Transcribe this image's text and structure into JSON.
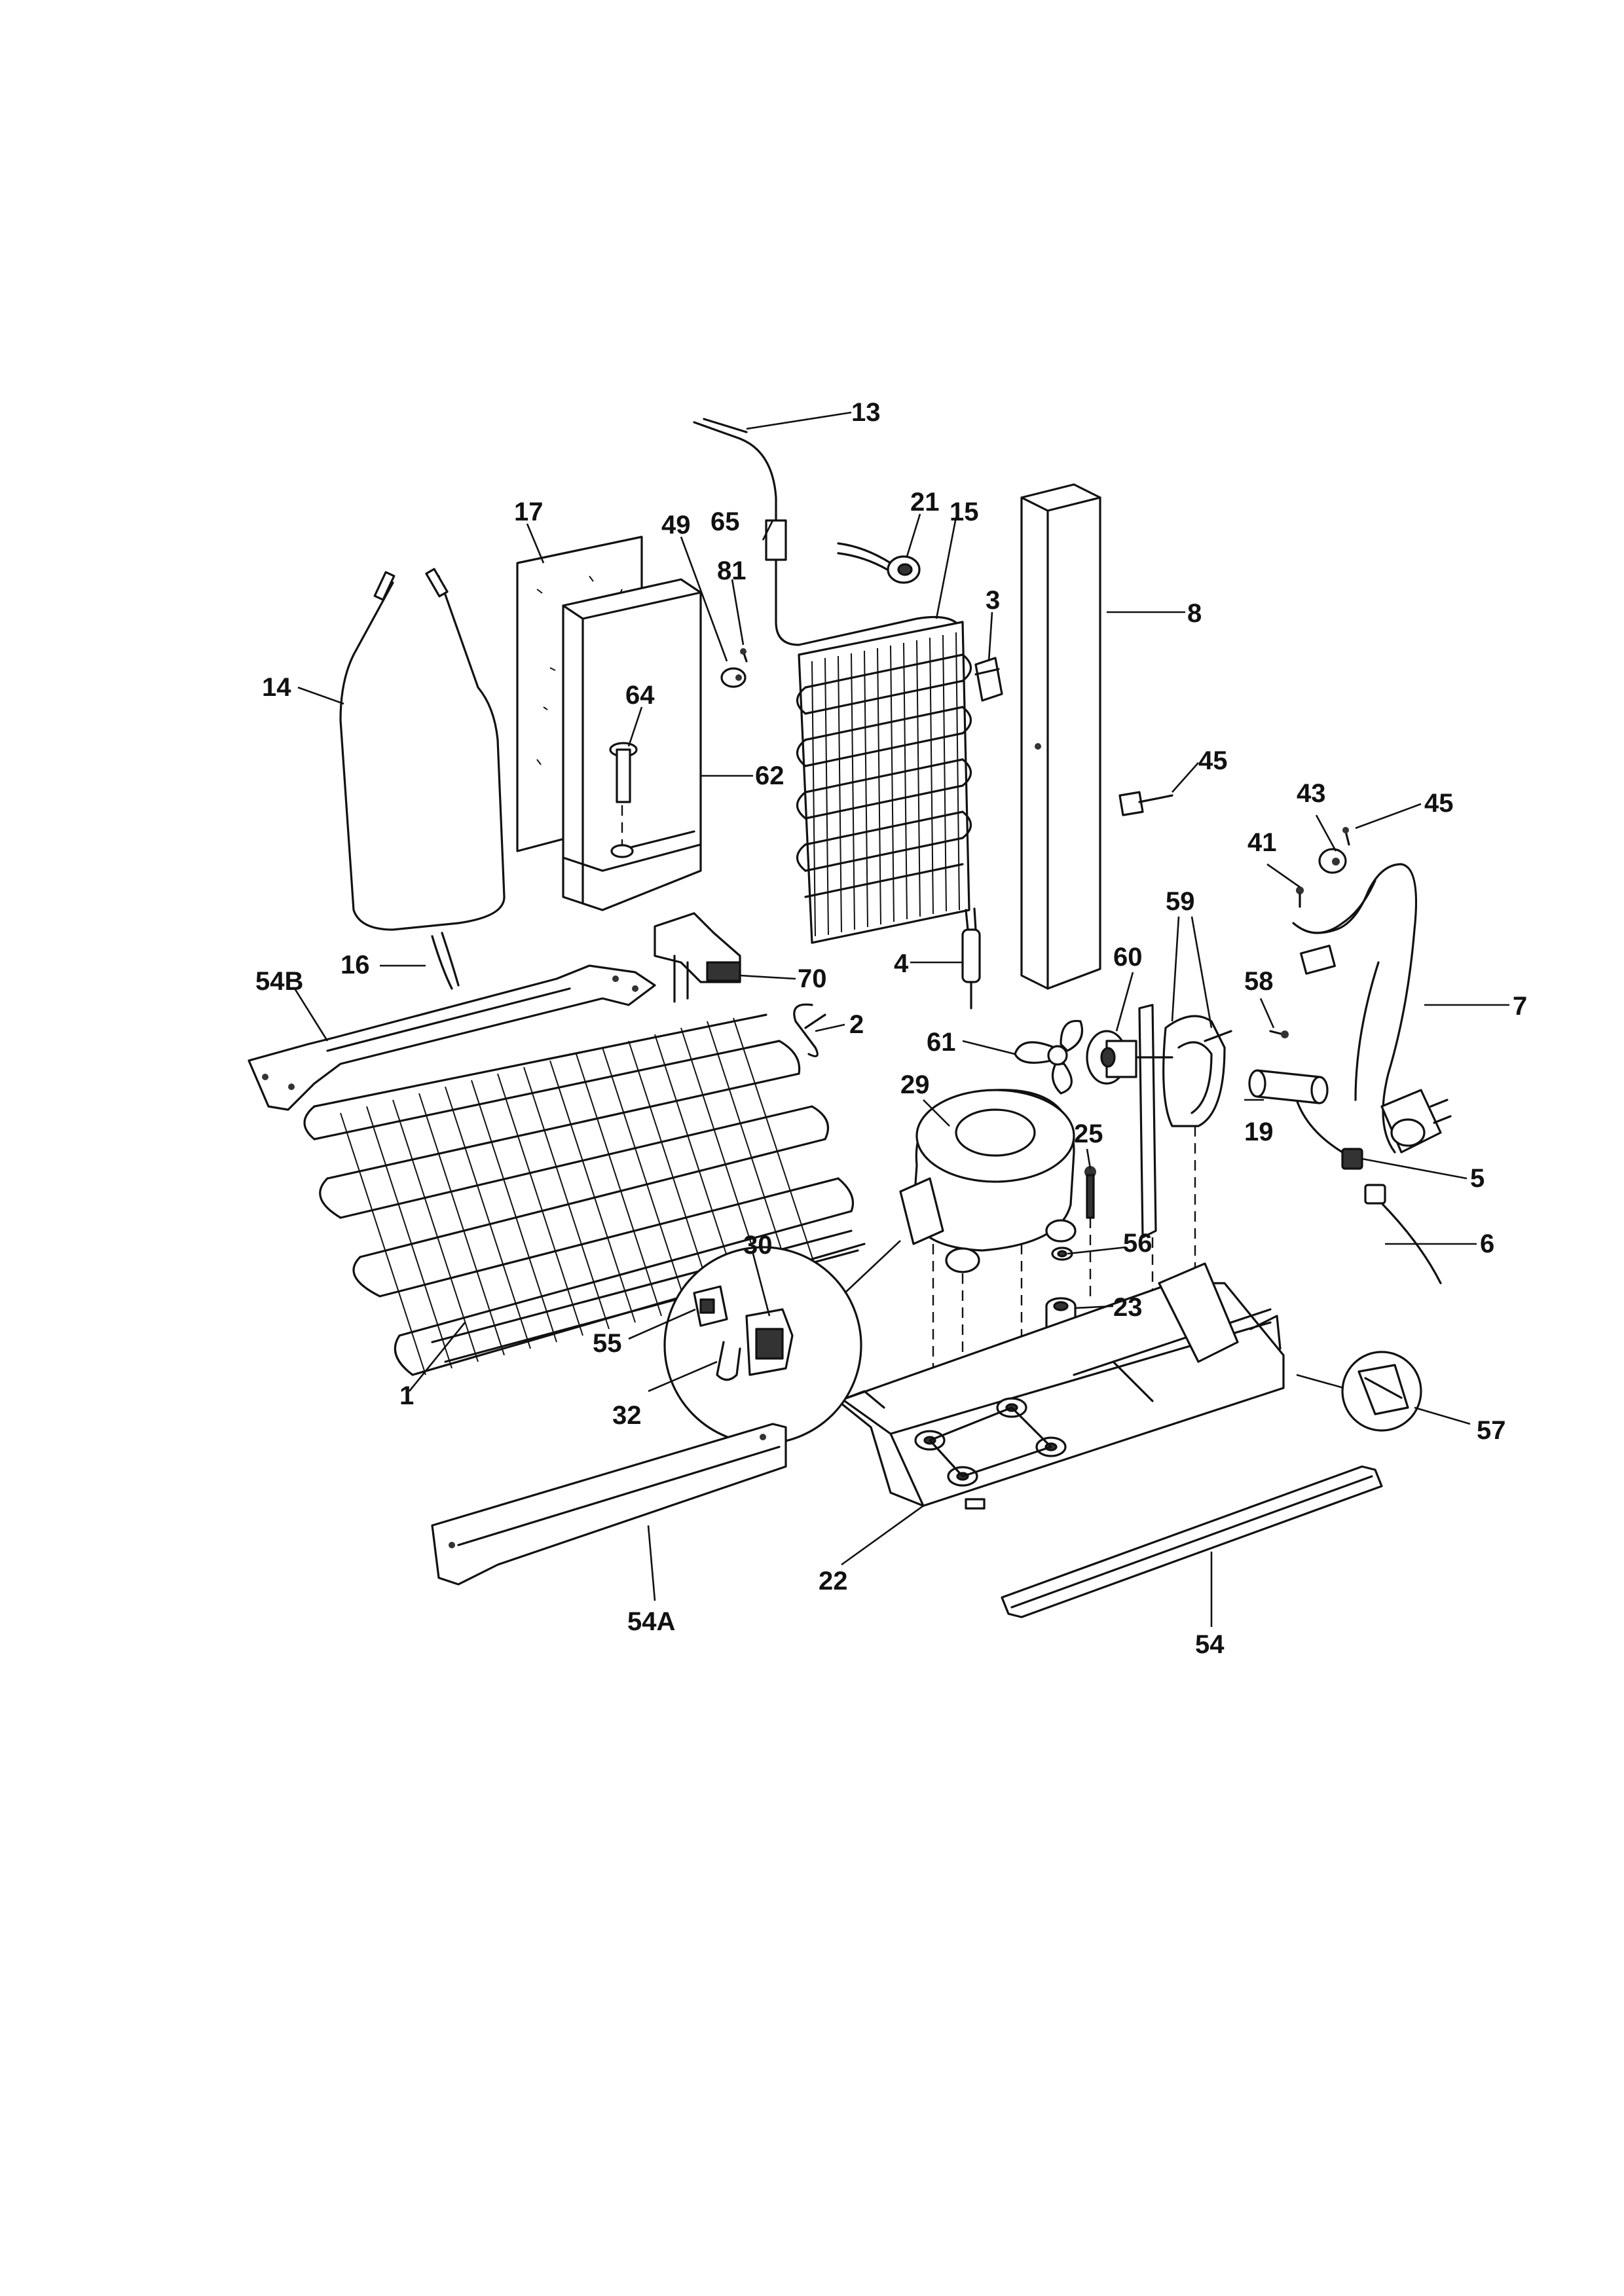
{
  "diagram": {
    "callouts": [
      {
        "id": "c1",
        "text": "1"
      },
      {
        "id": "c2",
        "text": "2"
      },
      {
        "id": "c3",
        "text": "3"
      },
      {
        "id": "c4",
        "text": "4"
      },
      {
        "id": "c5",
        "text": "5"
      },
      {
        "id": "c6",
        "text": "6"
      },
      {
        "id": "c7",
        "text": "7"
      },
      {
        "id": "c8",
        "text": "8"
      },
      {
        "id": "c13",
        "text": "13"
      },
      {
        "id": "c14",
        "text": "14"
      },
      {
        "id": "c15",
        "text": "15"
      },
      {
        "id": "c16",
        "text": "16"
      },
      {
        "id": "c17",
        "text": "17"
      },
      {
        "id": "c19",
        "text": "19"
      },
      {
        "id": "c21",
        "text": "21"
      },
      {
        "id": "c22",
        "text": "22"
      },
      {
        "id": "c23",
        "text": "23"
      },
      {
        "id": "c25",
        "text": "25"
      },
      {
        "id": "c29",
        "text": "29"
      },
      {
        "id": "c30",
        "text": "30"
      },
      {
        "id": "c32",
        "text": "32"
      },
      {
        "id": "c41",
        "text": "41"
      },
      {
        "id": "c43",
        "text": "43"
      },
      {
        "id": "c45a",
        "text": "45"
      },
      {
        "id": "c45b",
        "text": "45"
      },
      {
        "id": "c49",
        "text": "49"
      },
      {
        "id": "c54",
        "text": "54"
      },
      {
        "id": "c54a",
        "text": "54A"
      },
      {
        "id": "c54b",
        "text": "54B"
      },
      {
        "id": "c55",
        "text": "55"
      },
      {
        "id": "c56",
        "text": "56"
      },
      {
        "id": "c57",
        "text": "57"
      },
      {
        "id": "c58",
        "text": "58"
      },
      {
        "id": "c59",
        "text": "59"
      },
      {
        "id": "c60",
        "text": "60"
      },
      {
        "id": "c61",
        "text": "61"
      },
      {
        "id": "c62",
        "text": "62"
      },
      {
        "id": "c64",
        "text": "64"
      },
      {
        "id": "c65",
        "text": "65"
      },
      {
        "id": "c70",
        "text": "70"
      },
      {
        "id": "c81",
        "text": "81"
      }
    ]
  }
}
